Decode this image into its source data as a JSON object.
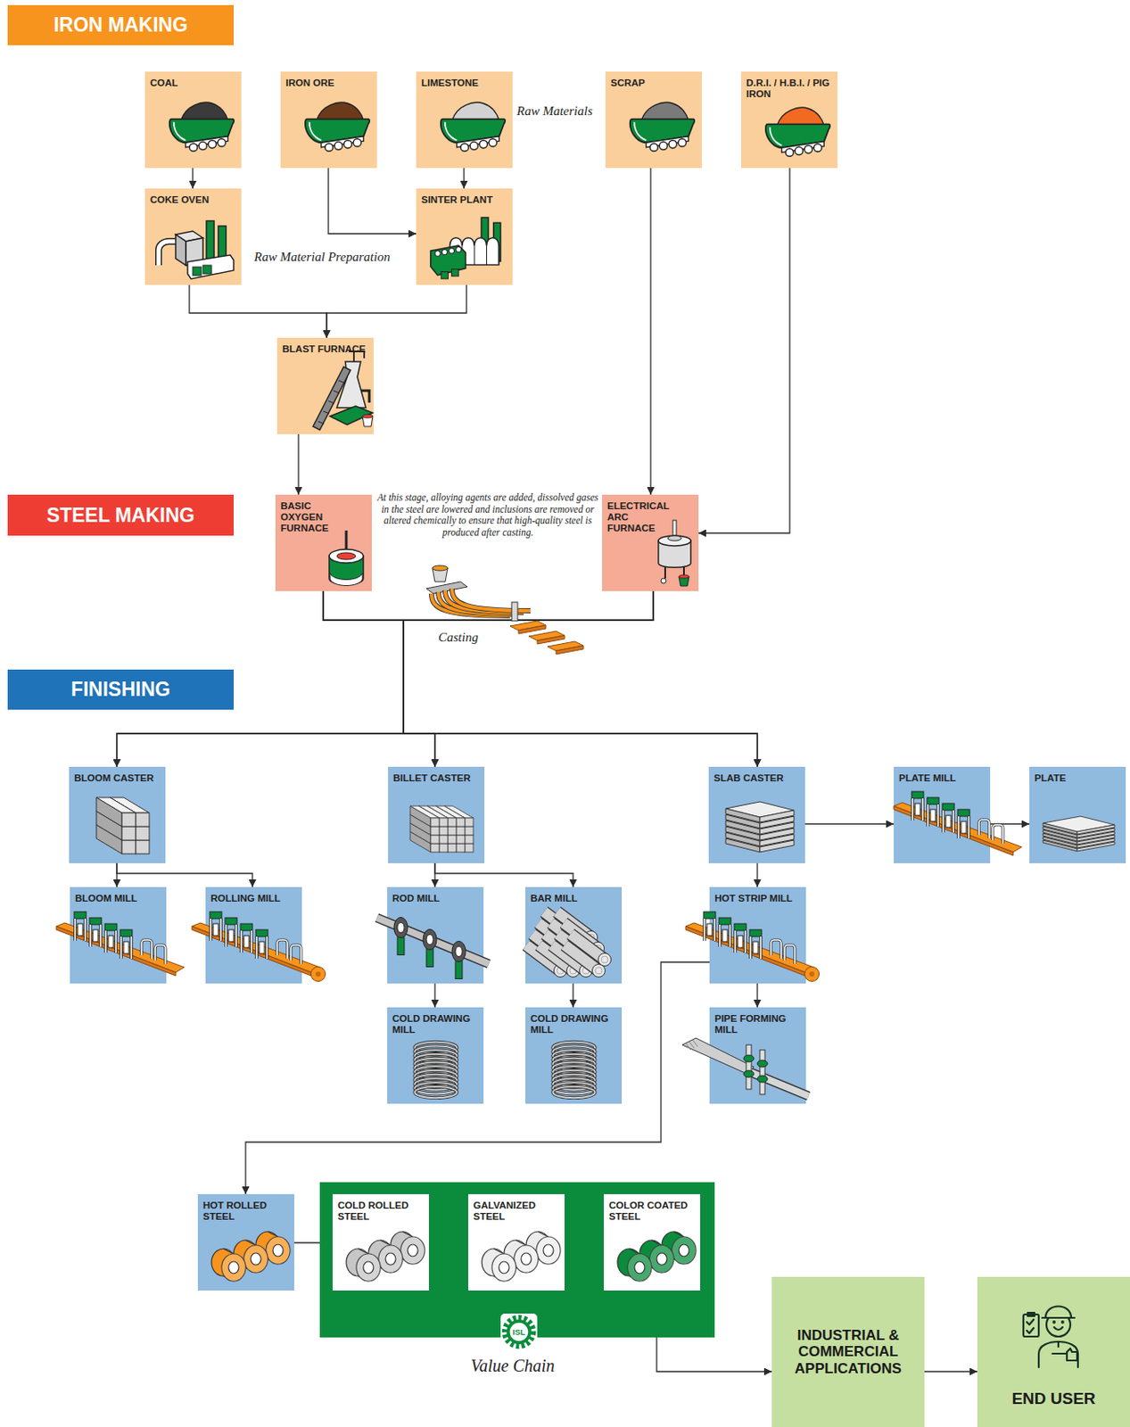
{
  "diagram": {
    "nodes": [
      {
        "text": [
          "IRON MAKING"
        ]
      },
      {
        "text": [
          "COAL"
        ]
      },
      {
        "text": [
          "IRON ORE"
        ]
      },
      {
        "text": [
          "LIMESTONE"
        ]
      },
      {
        "text": [
          "SCRAP"
        ]
      },
      {
        "text": [
          "D.R.I. / H.B.I. / PIG IRON"
        ]
      },
      {
        "text": [
          "COKE OVEN"
        ]
      },
      {
        "text": [
          "SINTER PLANT"
        ]
      },
      {
        "text": [
          "BLAST FURNACE"
        ]
      },
      {
        "text": [
          "STEEL MAKING"
        ]
      },
      {
        "text": [
          "BASIC OXYGEN FURNACE"
        ]
      },
      {
        "text": [
          "ELECTRICAL ARC FURNACE"
        ]
      },
      {
        "text": [
          "FINISHING"
        ]
      },
      {
        "text": [
          "BLOOM CASTER"
        ]
      },
      {
        "text": [
          "BILLET CASTER"
        ]
      },
      {
        "text": [
          "SLAB CASTER"
        ]
      },
      {
        "text": [
          "PLATE MILL"
        ]
      },
      {
        "text": [
          "PLATE"
        ]
      },
      {
        "text": [
          "BLOOM MILL"
        ]
      },
      {
        "text": [
          "ROLLING MILL"
        ]
      },
      {
        "text": [
          "ROD MILL"
        ]
      },
      {
        "text": [
          "BAR MILL"
        ]
      },
      {
        "text": [
          "HOT STRIP MILL"
        ]
      },
      {
        "text": [
          "COLD DRAWING MILL"
        ]
      },
      {
        "text": [
          "COLD DRAWING MILL"
        ]
      },
      {
        "text": [
          "PIPE FORMING MILL"
        ]
      },
      {
        "text": [
          "HOT ROLLED STEEL"
        ]
      },
      {
        "text": [
          "ISL"
        ]
      },
      {
        "text": [
          "COLD ROLLED STEEL"
        ],
        "in": 27
      },
      {
        "text": [
          "GALVANIZED STEEL"
        ],
        "in": 27
      },
      {
        "text": [
          "COLOR COATED STEEL"
        ],
        "in": 27
      },
      {
        "text": [
          "INDUSTRIAL & COMMERCIAL APPLICATIONS"
        ]
      },
      {
        "text": [
          "END USER"
        ]
      }
    ],
    "edges": [
      {
        "from": 1,
        "to": 6,
        "arrow": "to"
      },
      {
        "from": 3,
        "to": 7,
        "arrow": "to"
      },
      {
        "from": 2,
        "to": 7,
        "arrow": "to"
      },
      {
        "from": 6,
        "to": 8,
        "arrow": "to"
      },
      {
        "from": 7,
        "to": 8,
        "arrow": "to"
      },
      {
        "from": 4,
        "to": 11,
        "arrow": "to"
      },
      {
        "from": 5,
        "to": 11,
        "arrow": "to"
      },
      {
        "from": 8,
        "to": 10,
        "arrow": "to"
      },
      {
        "from": 10,
        "to": 13,
        "arrow": "to"
      },
      {
        "from": 10,
        "to": 14,
        "arrow": "to"
      },
      {
        "from": 10,
        "to": 15,
        "arrow": "to"
      },
      {
        "from": 11,
        "to": 13,
        "arrow": "to"
      },
      {
        "from": 11,
        "to": 14,
        "arrow": "to"
      },
      {
        "from": 11,
        "to": 15,
        "arrow": "to"
      },
      {
        "from": 13,
        "to": 18,
        "arrow": "to"
      },
      {
        "from": 13,
        "to": 19,
        "arrow": "to"
      },
      {
        "from": 14,
        "to": 20,
        "arrow": "to"
      },
      {
        "from": 14,
        "to": 21,
        "arrow": "to"
      },
      {
        "from": 15,
        "to": 16,
        "arrow": "to"
      },
      {
        "from": 16,
        "to": 17,
        "arrow": "to"
      },
      {
        "from": 15,
        "to": 22,
        "arrow": "to"
      },
      {
        "from": 20,
        "to": 23,
        "arrow": "to"
      },
      {
        "from": 21,
        "to": 24,
        "arrow": "to"
      },
      {
        "from": 22,
        "to": 25,
        "arrow": "to"
      },
      {
        "from": 22,
        "to": 26,
        "arrow": "to"
      },
      {
        "from": 26,
        "to": 28,
        "arrow": "to"
      },
      {
        "from": 28,
        "to": 29,
        "arrow": "to"
      },
      {
        "from": 29,
        "to": 30,
        "arrow": "to"
      },
      {
        "from": 27,
        "to": 31,
        "arrow": "to"
      },
      {
        "from": 31,
        "to": 32,
        "arrow": "to"
      }
    ],
    "labels": [
      "Raw Materials",
      "Raw Material Preparation",
      "At this stage, alloying agents are added, dissolved gases in the steel are lowered and inclusions are removed or altered chemically to ensure that high-quality steel is produced after casting.",
      "Casting",
      "Value Chain"
    ]
  }
}
